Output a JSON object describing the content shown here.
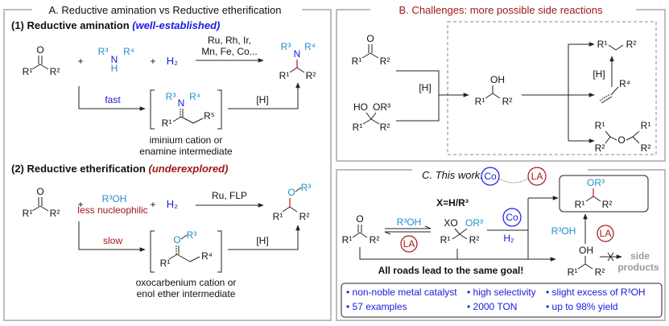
{
  "colors": {
    "blue": "#1a1adf",
    "cyan": "#1f8fcf",
    "red": "#a01818",
    "gray": "#9a9a9a",
    "panel_border": "#bdbdbd"
  },
  "panelA": {
    "title": "A. Reductive amination vs Reductive etherification",
    "s1": {
      "label": "(1) Reductive amination",
      "tag": "(well-established)",
      "o": "O",
      "r1": "R¹",
      "r2": "R²",
      "plus": "+",
      "r3": "R³",
      "n": "N",
      "r4": "R⁴",
      "h": "H",
      "h2": "H₂",
      "cat1": "Ru, Rh, Ir,",
      "cat2": "Mn, Fe, Co...",
      "fast": "fast",
      "hred": "[H]",
      "r5": "R⁵",
      "int1": "iminium cation or",
      "int2": "enamine intermediate"
    },
    "s2": {
      "label": "(2) Reductive etherification",
      "tag": "(underexplored)",
      "o": "O",
      "r1": "R¹",
      "r2": "R²",
      "plus": "+",
      "roh": "R³OH",
      "less": "less nucleophilic",
      "h2": "H₂",
      "cat": "Ru, FLP",
      "slow": "slow",
      "hred": "[H]",
      "r3": "R³",
      "r4": "R⁴",
      "int1": "oxocarbenium cation or",
      "int2": "enol ether intermediate"
    }
  },
  "panelB": {
    "title": "B. Challenges: more possible side reactions",
    "o": "O",
    "r1": "R¹",
    "r2": "R²",
    "ho": "HO",
    "or3": "OR³",
    "hred": "[H]",
    "oh": "OH",
    "r4": "R⁴"
  },
  "panelC": {
    "title": "C. This work:",
    "co": "Co",
    "la": "LA",
    "o": "O",
    "r1": "R¹",
    "r2": "R²",
    "roh": "R³OH",
    "x": "X=H/R³",
    "xo": "XO",
    "or3": "OR³",
    "h2": "H₂",
    "oh": "OH",
    "side1": "side",
    "side2": "products",
    "goal": "All roads lead to the same goal!",
    "features": [
      "• non-noble metal catalyst",
      "• high selectivity",
      "• slight excess of R³OH",
      "• 57 examples",
      "• 2000 TON",
      "• up to 98% yield"
    ]
  }
}
